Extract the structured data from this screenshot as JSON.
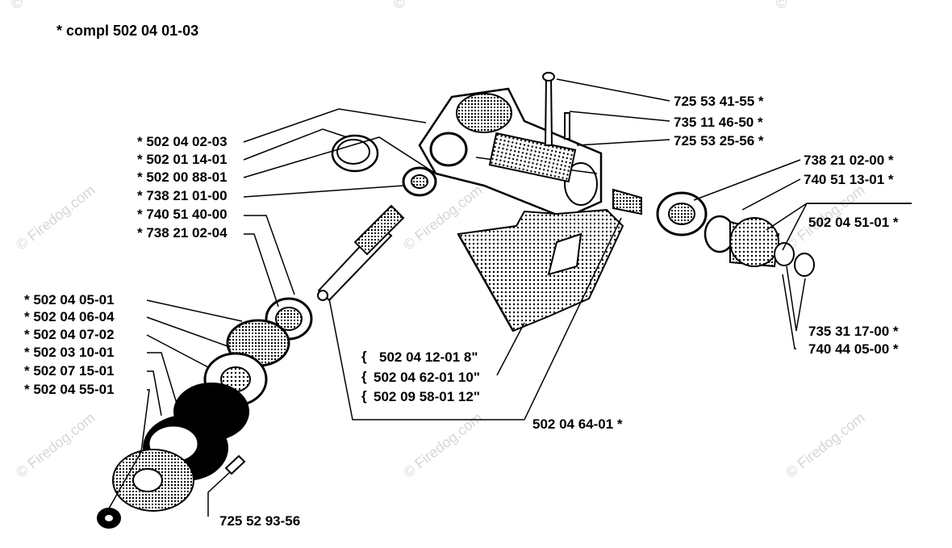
{
  "title": "*  compl 502 04 01-03",
  "watermark": "© Firedog.com",
  "watermark_copyright": "©",
  "labels": {
    "l1": "*  502 04 02-03",
    "l2": "*  502 01 14-01",
    "l3": "*  502 00 88-01",
    "l4": "*  738 21 01-00",
    "l5": "*  740 51 40-00",
    "l6": "*  738 21 02-04",
    "l7": "*  502 04 05-01",
    "l8": "*  502 04 06-04",
    "l9": "*  502 04 07-02",
    "l10": "*  502 03 10-01",
    "l11": "*  502 07 15-01",
    "l12": "*  502 04 55-01",
    "r1": "725 53 41-55  *",
    "r2": "735 11 46-50  *",
    "r3": "725 53 25-56  *",
    "r4": "738 21 02-00  *",
    "r5": "740 51 13-01  *",
    "r6": "502 04 51-01  *",
    "r7": "735 31 17-00  *",
    "r8": "740 44 05-00  *",
    "g1": "502 04 12-01 8\"",
    "g2": "502 04 62-01 10\"",
    "g3": "502 09 58-01 12\"",
    "b1": "502 04 64-01  *",
    "b2": "725 52 93-56"
  }
}
